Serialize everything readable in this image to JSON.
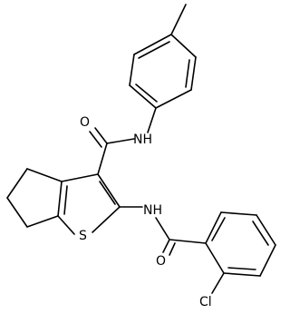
{
  "atoms": {
    "amide_oxygen_top": "O",
    "amide_nh_top": "NH",
    "thiophene_sulfur": "S",
    "amide_nh_left": "NH",
    "amide_oxygen_bottom": "O",
    "chlorine": "Cl"
  },
  "colors": {
    "bond": "#000000",
    "text": "#000000",
    "background": "#ffffff"
  }
}
